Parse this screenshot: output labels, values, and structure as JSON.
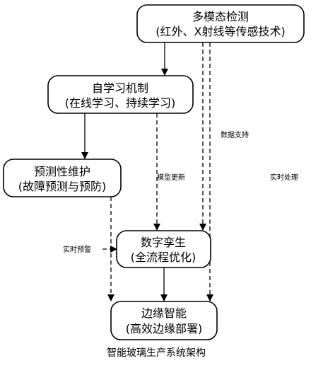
{
  "nodes": {
    "detection": {
      "line1": "多模态检测",
      "line2": "(红外、X射线等传感技术)"
    },
    "learning": {
      "line1": "自学习机制",
      "line2": "(在线学习、持续学习)"
    },
    "maintenance": {
      "line1": "预测性维护",
      "line2": "(故障预测与预防)"
    },
    "twin": {
      "line1": "数字孪生",
      "line2": "(全流程优化)"
    },
    "edge": {
      "line1": "边缘智能",
      "line2": "(高效边缘部署)"
    }
  },
  "edge_labels": {
    "data_support": "数据支持",
    "model_update": "模型更新",
    "realtime_process": "实时处理",
    "realtime_warning": "实时预警"
  },
  "caption": "智能玻璃生产系统架构"
}
